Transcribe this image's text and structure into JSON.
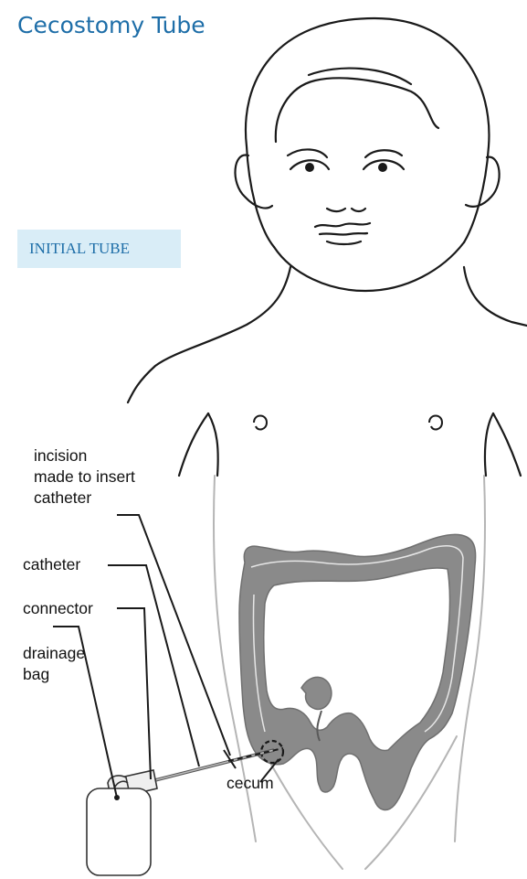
{
  "title": "Cecostomy Tube",
  "badge": "INITIAL TUBE",
  "labels": {
    "incision": [
      "incision",
      "made to insert",
      "catheter"
    ],
    "catheter": "catheter",
    "connector": "connector",
    "drainage_bag": [
      "drainage",
      "bag"
    ],
    "cecum": "cecum"
  },
  "colors": {
    "title": "#1e6ea8",
    "badge_bg": "#d9edf7",
    "colon": "#8a8a8a",
    "outline": "#1a1a1a"
  }
}
